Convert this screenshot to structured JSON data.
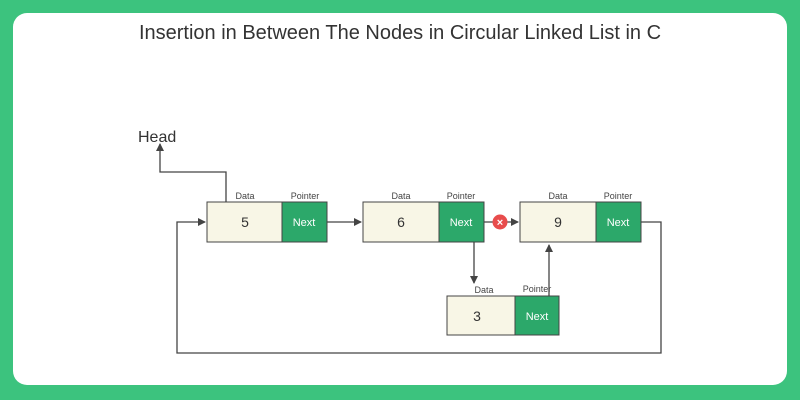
{
  "title": "Insertion in Between The Nodes in Circular Linked List in C",
  "head_label": "Head",
  "colors": {
    "background": "#3cc37e",
    "data_cell": "#f8f6e6",
    "pointer_cell": "#2ca86a",
    "line": "#444444",
    "cross_marker": "#e84c4c"
  },
  "nodes": [
    {
      "value": "5",
      "data_label": "Data",
      "pointer_label": "Pointer",
      "next_label": "Next"
    },
    {
      "value": "6",
      "data_label": "Data",
      "pointer_label": "Pointer",
      "next_label": "Next"
    },
    {
      "value": "9",
      "data_label": "Data",
      "pointer_label": "Pointer",
      "next_label": "Next"
    },
    {
      "value": "3",
      "data_label": "Data",
      "pointer_label": "Pointer",
      "next_label": "Next"
    }
  ],
  "cross_marker": "×"
}
